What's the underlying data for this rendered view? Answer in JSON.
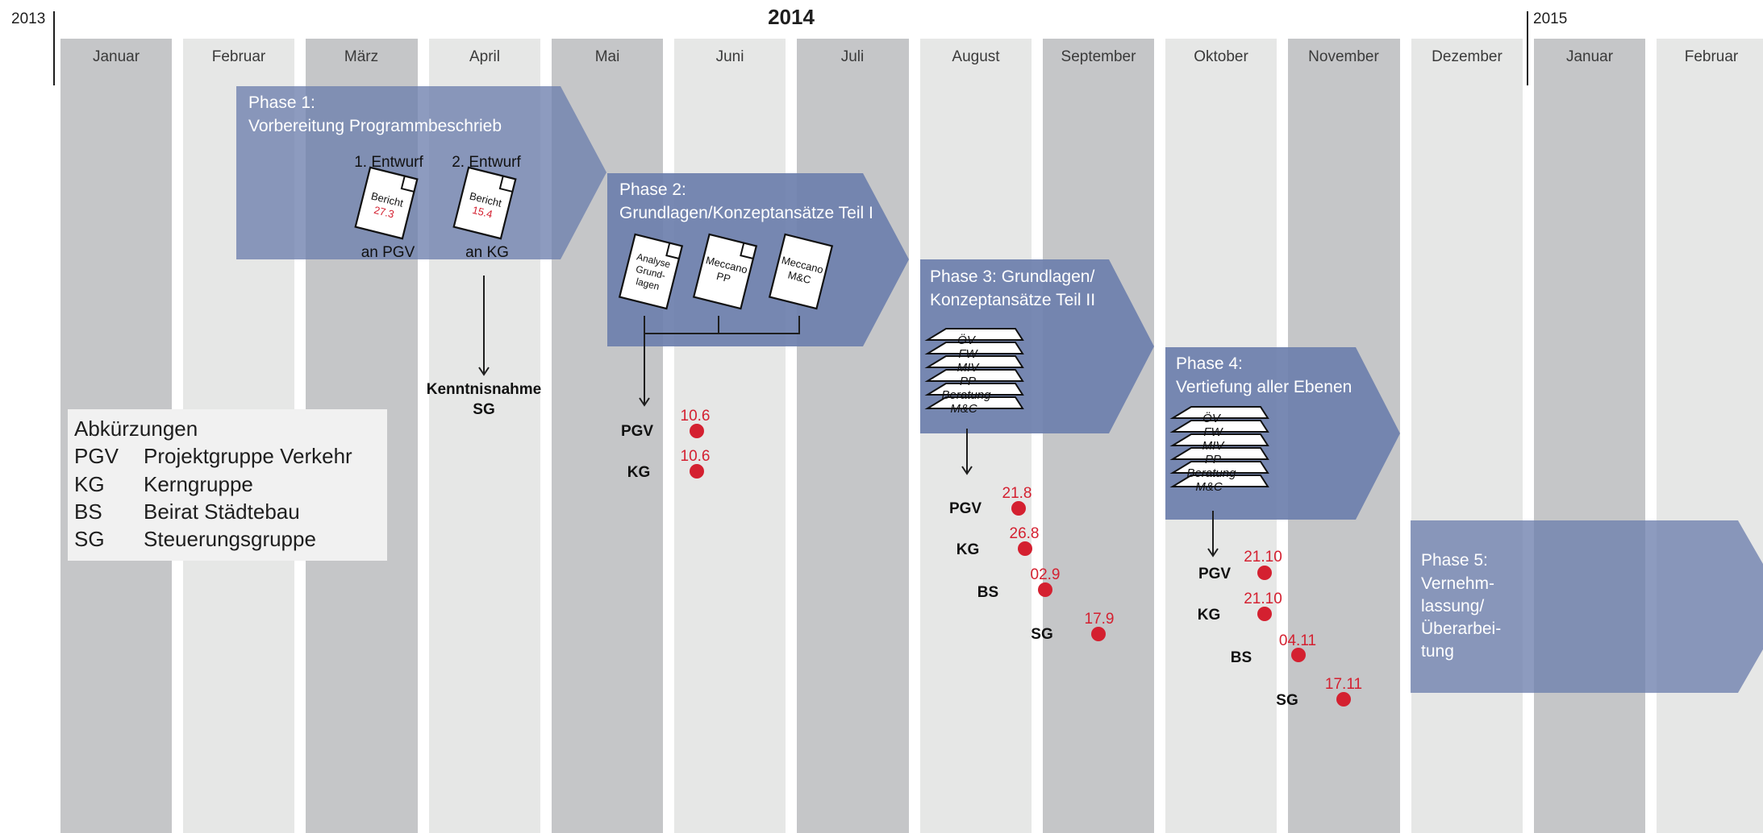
{
  "years": {
    "prev": "2013",
    "current": "2014",
    "next": "2015"
  },
  "months": [
    "Januar",
    "Februar",
    "März",
    "April",
    "Mai",
    "Juni",
    "Juli",
    "August",
    "September",
    "Oktober",
    "November",
    "Dezember",
    "Januar",
    "Februar"
  ],
  "colors": {
    "col_dark": "#c5c6c8",
    "col_light": "#e6e7e6",
    "phase_fill": "#6d7fad",
    "red": "#d42030",
    "text": "#1e1e1e"
  },
  "phases": [
    {
      "title_1": "Phase 1:",
      "title_2": "Vorbereitung Programmbeschrieb"
    },
    {
      "title_1": "Phase 2:",
      "title_2": "Grundlagen/Konzeptansätze Teil I"
    },
    {
      "title_1": "Phase 3: Grundlagen/",
      "title_2": "Konzeptansätze Teil II"
    },
    {
      "title_1": "Phase 4:",
      "title_2": "Vertiefung aller Ebenen"
    },
    {
      "title_1": "Phase 5:",
      "title_2": "Vernehm-",
      "title_3": "lassung/",
      "title_4": "Überarbei-",
      "title_5": "tung"
    }
  ],
  "phase1": {
    "draft1_label": "1. Entwurf",
    "draft2_label": "2. Entwurf",
    "doc1": {
      "line": "Bericht",
      "date": "27.3"
    },
    "doc2": {
      "line": "Bericht",
      "date": "15.4"
    },
    "to1": "an PGV",
    "to2": "an KG",
    "note_1": "Kenntnisnahme",
    "note_2": "SG"
  },
  "phase2_docs": [
    {
      "l1": "Analyse",
      "l2": "Grund-",
      "l3": "lagen"
    },
    {
      "l1": "Meccano",
      "l2": "PP"
    },
    {
      "l1": "Meccano",
      "l2": "M&C"
    }
  ],
  "layers": [
    "ÖV",
    "FW",
    "MIV",
    "PP",
    "Beratung",
    "M&C"
  ],
  "milestones": [
    {
      "label": "PGV",
      "date": "10.6"
    },
    {
      "label": "KG",
      "date": "10.6"
    },
    {
      "label": "PGV",
      "date": "21.8"
    },
    {
      "label": "KG",
      "date": "26.8"
    },
    {
      "label": "BS",
      "date": "02.9"
    },
    {
      "label": "SG",
      "date": "17.9"
    },
    {
      "label": "PGV",
      "date": "21.10"
    },
    {
      "label": "KG",
      "date": "21.10"
    },
    {
      "label": "BS",
      "date": "04.11"
    },
    {
      "label": "SG",
      "date": "17.11"
    }
  ],
  "legend": {
    "title": "Abkürzungen",
    "items": [
      {
        "abbr": "PGV",
        "text": "Projektgruppe Verkehr"
      },
      {
        "abbr": "KG",
        "text": "Kerngruppe"
      },
      {
        "abbr": "BS",
        "text": "Beirat Städtebau"
      },
      {
        "abbr": "SG",
        "text": "Steuerungsgruppe"
      }
    ]
  }
}
